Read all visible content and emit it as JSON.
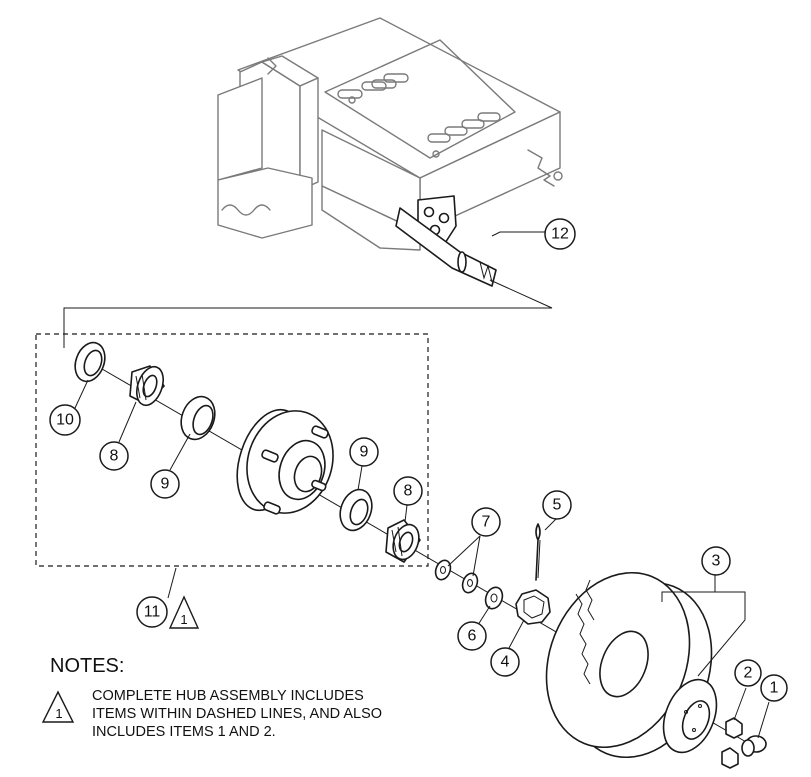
{
  "callouts": {
    "c1": "1",
    "c2": "2",
    "c3": "3",
    "c4": "4",
    "c5": "5",
    "c6": "6",
    "c7": "7",
    "c8a": "8",
    "c8b": "8",
    "c9a": "9",
    "c9b": "9",
    "c10": "10",
    "c11": "11",
    "c12": "12"
  },
  "note_symbol": "1",
  "notes": {
    "title": "NOTES:",
    "symbol": "1",
    "lines": [
      "COMPLETE HUB ASSEMBLY INCLUDES",
      "ITEMS WITHIN DASHED LINES, AND ALSO",
      "INCLUDES ITEMS 1 AND 2."
    ]
  }
}
